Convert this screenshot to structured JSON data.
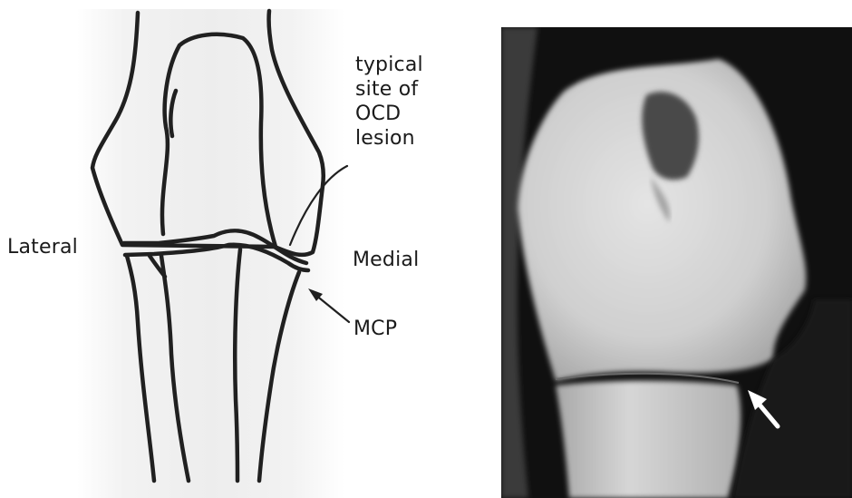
{
  "diagram": {
    "labels": {
      "typical_site_lines": [
        "typical",
        "site of",
        "OCD",
        "lesion"
      ],
      "lateral": "Lateral",
      "medial": "Medial",
      "mcp": "MCP"
    },
    "colors": {
      "bone_outline": "#202020",
      "drawing_background": "#f4f4f4",
      "xray_background": "#0e0e0e",
      "xray_bone": "#d8d8d8",
      "arrow_on_xray": "#ffffff"
    },
    "icons": {
      "pointer_to_lesion": "curved-leader-line",
      "pointer_to_mcp": "arrow-icon",
      "xray_marker": "white-arrow-icon"
    }
  }
}
